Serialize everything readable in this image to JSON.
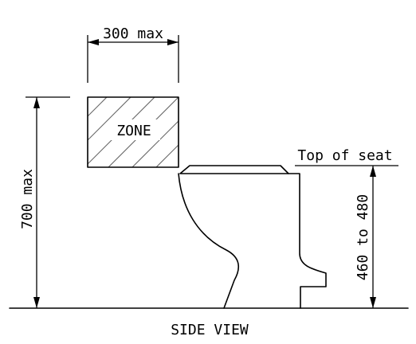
{
  "view_title": "SIDE VIEW",
  "zone_label": "ZONE",
  "dimensions": {
    "zone_width": "300 max",
    "zone_top_height": "700 max",
    "seat_height": "460 to 480"
  },
  "seat_label": "Top of seat"
}
